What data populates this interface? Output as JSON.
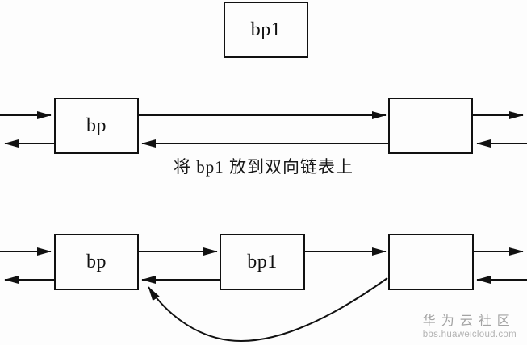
{
  "diagram": {
    "title_caption": "将 bp1 放到双向链表上",
    "detached_node": {
      "label": "bp1"
    },
    "before_list": {
      "nodes": [
        {
          "label": "bp"
        },
        {
          "label": ""
        }
      ]
    },
    "after_list": {
      "nodes": [
        {
          "label": "bp"
        },
        {
          "label": "bp1"
        },
        {
          "label": ""
        }
      ]
    }
  },
  "watermark": {
    "site_name": "华为云社区",
    "site_url": "bbs.huaweicloud.com"
  },
  "colors": {
    "line": "#111111",
    "background": "#fdfdfd",
    "watermark_text": "#a3a3a3",
    "watermark_url": "#b3b3b3"
  }
}
